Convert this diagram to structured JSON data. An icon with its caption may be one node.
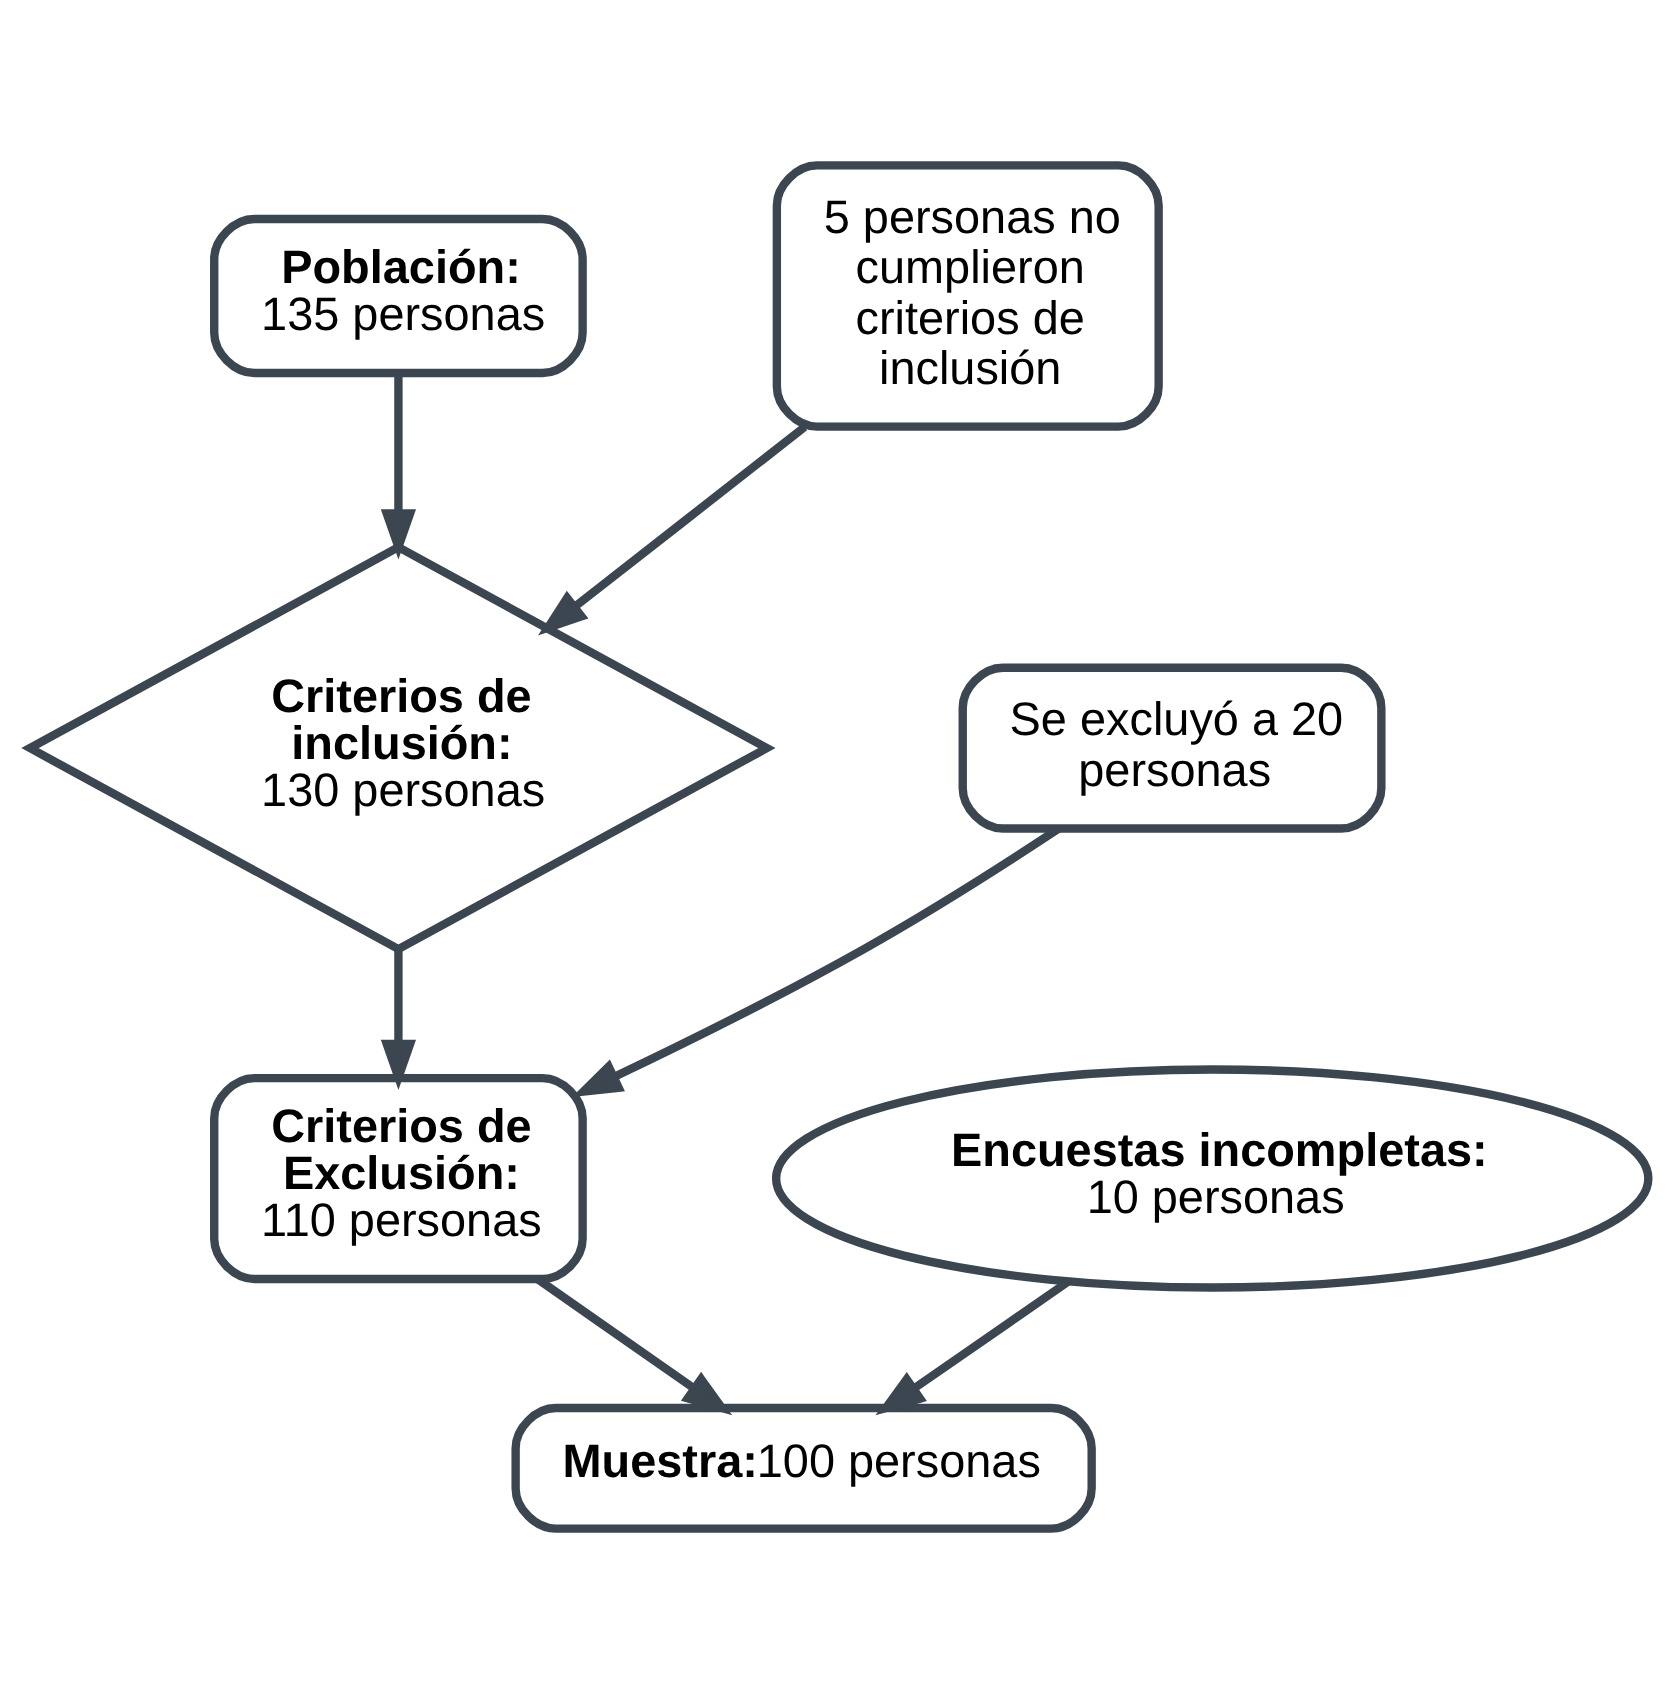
{
  "diagram": {
    "nodes": [
      {
        "text": [
          "Población:",
          "135 personas"
        ]
      },
      {
        "text": [
          "5 personas no cumplieron criterios de inclusión"
        ]
      },
      {
        "text": [
          "Criterios de inclusión:",
          "130 personas"
        ]
      },
      {
        "text": [
          "Se excluyó a 20 personas"
        ]
      },
      {
        "text": [
          "Criterios de Exclusión:",
          "110 personas"
        ]
      },
      {
        "text": [
          "Encuestas incompletas:",
          "10 personas"
        ]
      },
      {
        "text": [
          "Muestra:",
          "100 personas"
        ]
      }
    ],
    "edges": [
      {
        "from": 0,
        "to": 2,
        "arrow": "to"
      },
      {
        "from": 1,
        "to": 2,
        "arrow": "to"
      },
      {
        "from": 2,
        "to": 4,
        "arrow": "to"
      },
      {
        "from": 3,
        "to": 4,
        "arrow": "to"
      },
      {
        "from": 4,
        "to": 6,
        "arrow": "to"
      },
      {
        "from": 5,
        "to": 6,
        "arrow": "to"
      }
    ]
  }
}
